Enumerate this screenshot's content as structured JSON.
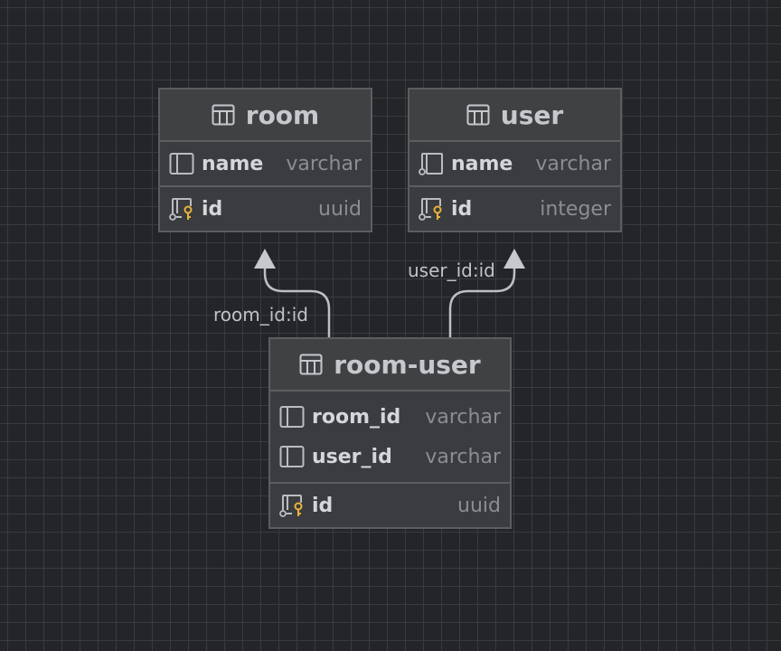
{
  "tables": {
    "room": {
      "title": "room",
      "fields": [
        {
          "name": "name",
          "type": "varchar",
          "icon": "column-icon"
        },
        {
          "name": "id",
          "type": "uuid",
          "icon": "primary-key-icon"
        }
      ]
    },
    "user": {
      "title": "user",
      "fields": [
        {
          "name": "name",
          "type": "varchar",
          "icon": "indexed-column-icon"
        },
        {
          "name": "id",
          "type": "integer",
          "icon": "primary-key-icon"
        }
      ]
    },
    "room_user": {
      "title": "room-user",
      "fields": [
        {
          "name": "room_id",
          "type": "varchar",
          "icon": "column-icon"
        },
        {
          "name": "user_id",
          "type": "varchar",
          "icon": "column-icon"
        },
        {
          "name": "id",
          "type": "uuid",
          "icon": "primary-key-icon"
        }
      ]
    }
  },
  "relations": [
    {
      "label": "room_id:id",
      "from": "room-user",
      "to": "room"
    },
    {
      "label": "user_id:id",
      "from": "room-user",
      "to": "user"
    }
  ],
  "colors": {
    "background": "#242528",
    "key": "#e8b43a",
    "line": "#bcbfc4"
  }
}
